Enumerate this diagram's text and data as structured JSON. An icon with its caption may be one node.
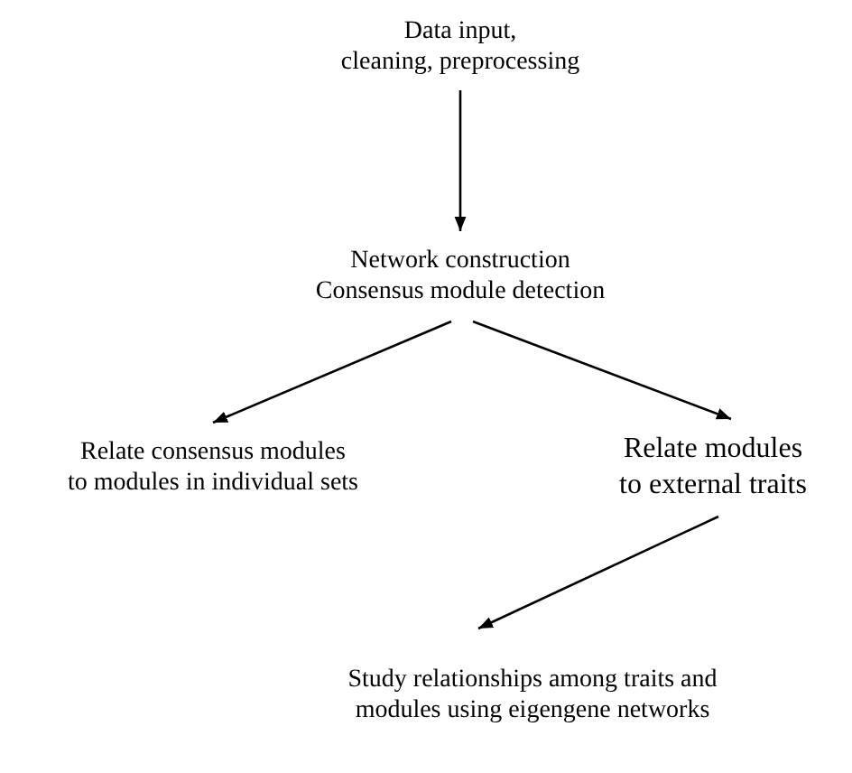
{
  "diagram": {
    "nodes": [
      {
        "text": [
          "Data input, cleaning, preprocessing"
        ]
      },
      {
        "text": [
          "Network construction Consensus module detection"
        ]
      },
      {
        "text": [
          "Relate consensus modules to modules in individual sets"
        ]
      },
      {
        "text": [
          "Relate modules to external traits"
        ]
      },
      {
        "text": [
          "Study relationships among traits and modules using eigengene networks"
        ]
      }
    ],
    "edges": [
      {
        "from": 0,
        "to": 1,
        "arrow": "to"
      },
      {
        "from": 1,
        "to": 2,
        "arrow": "to"
      },
      {
        "from": 1,
        "to": 3,
        "arrow": "to"
      },
      {
        "from": 3,
        "to": 4,
        "arrow": "to"
      }
    ]
  }
}
